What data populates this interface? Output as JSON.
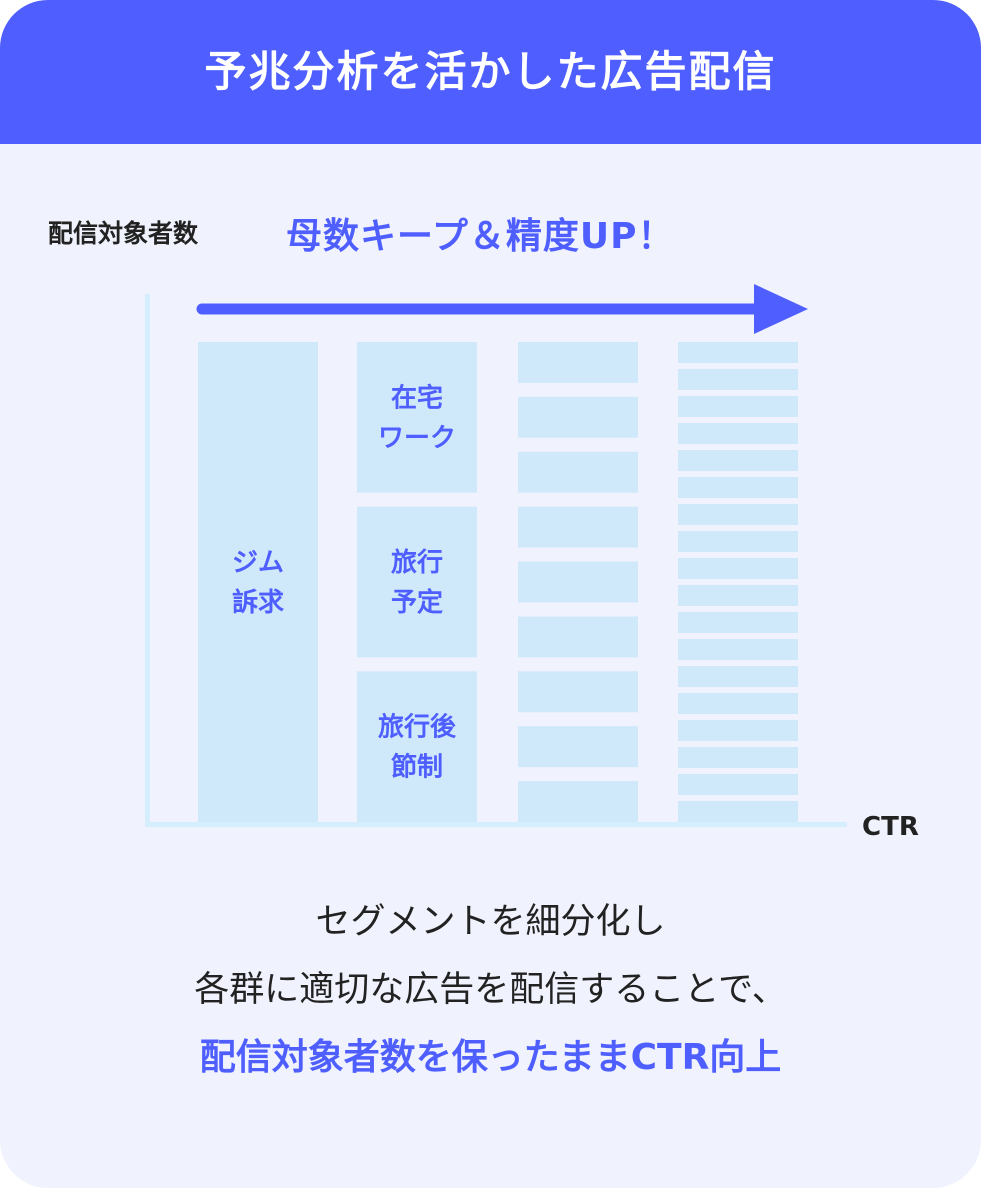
{
  "header": {
    "title": "予兆分析を活かした広告配信"
  },
  "diagram": {
    "y_axis_label": "配信対象者数",
    "headline": "母数キープ＆精度UP！",
    "x_axis_label": "CTR",
    "columns": [
      {
        "segments": [
          {
            "label": [
              "ジム",
              "訴求"
            ]
          }
        ]
      },
      {
        "segments": [
          {
            "label": [
              "在宅",
              "ワーク"
            ]
          },
          {
            "label": [
              "旅行",
              "予定"
            ]
          },
          {
            "label": [
              "旅行後",
              "節制"
            ]
          }
        ]
      },
      {
        "segment_count": 9
      },
      {
        "segment_count": 18
      }
    ]
  },
  "caption": {
    "line1": "セグメントを細分化し",
    "line2": "各群に適切な広告を配信することで、",
    "line3": "配信対象者数を保ったままCTR向上"
  },
  "colors": {
    "brand": "#4f5fff",
    "background": "#f0f3fd",
    "bar": "#cfe9fb",
    "axis": "#d4eefd",
    "text": "#222222"
  }
}
